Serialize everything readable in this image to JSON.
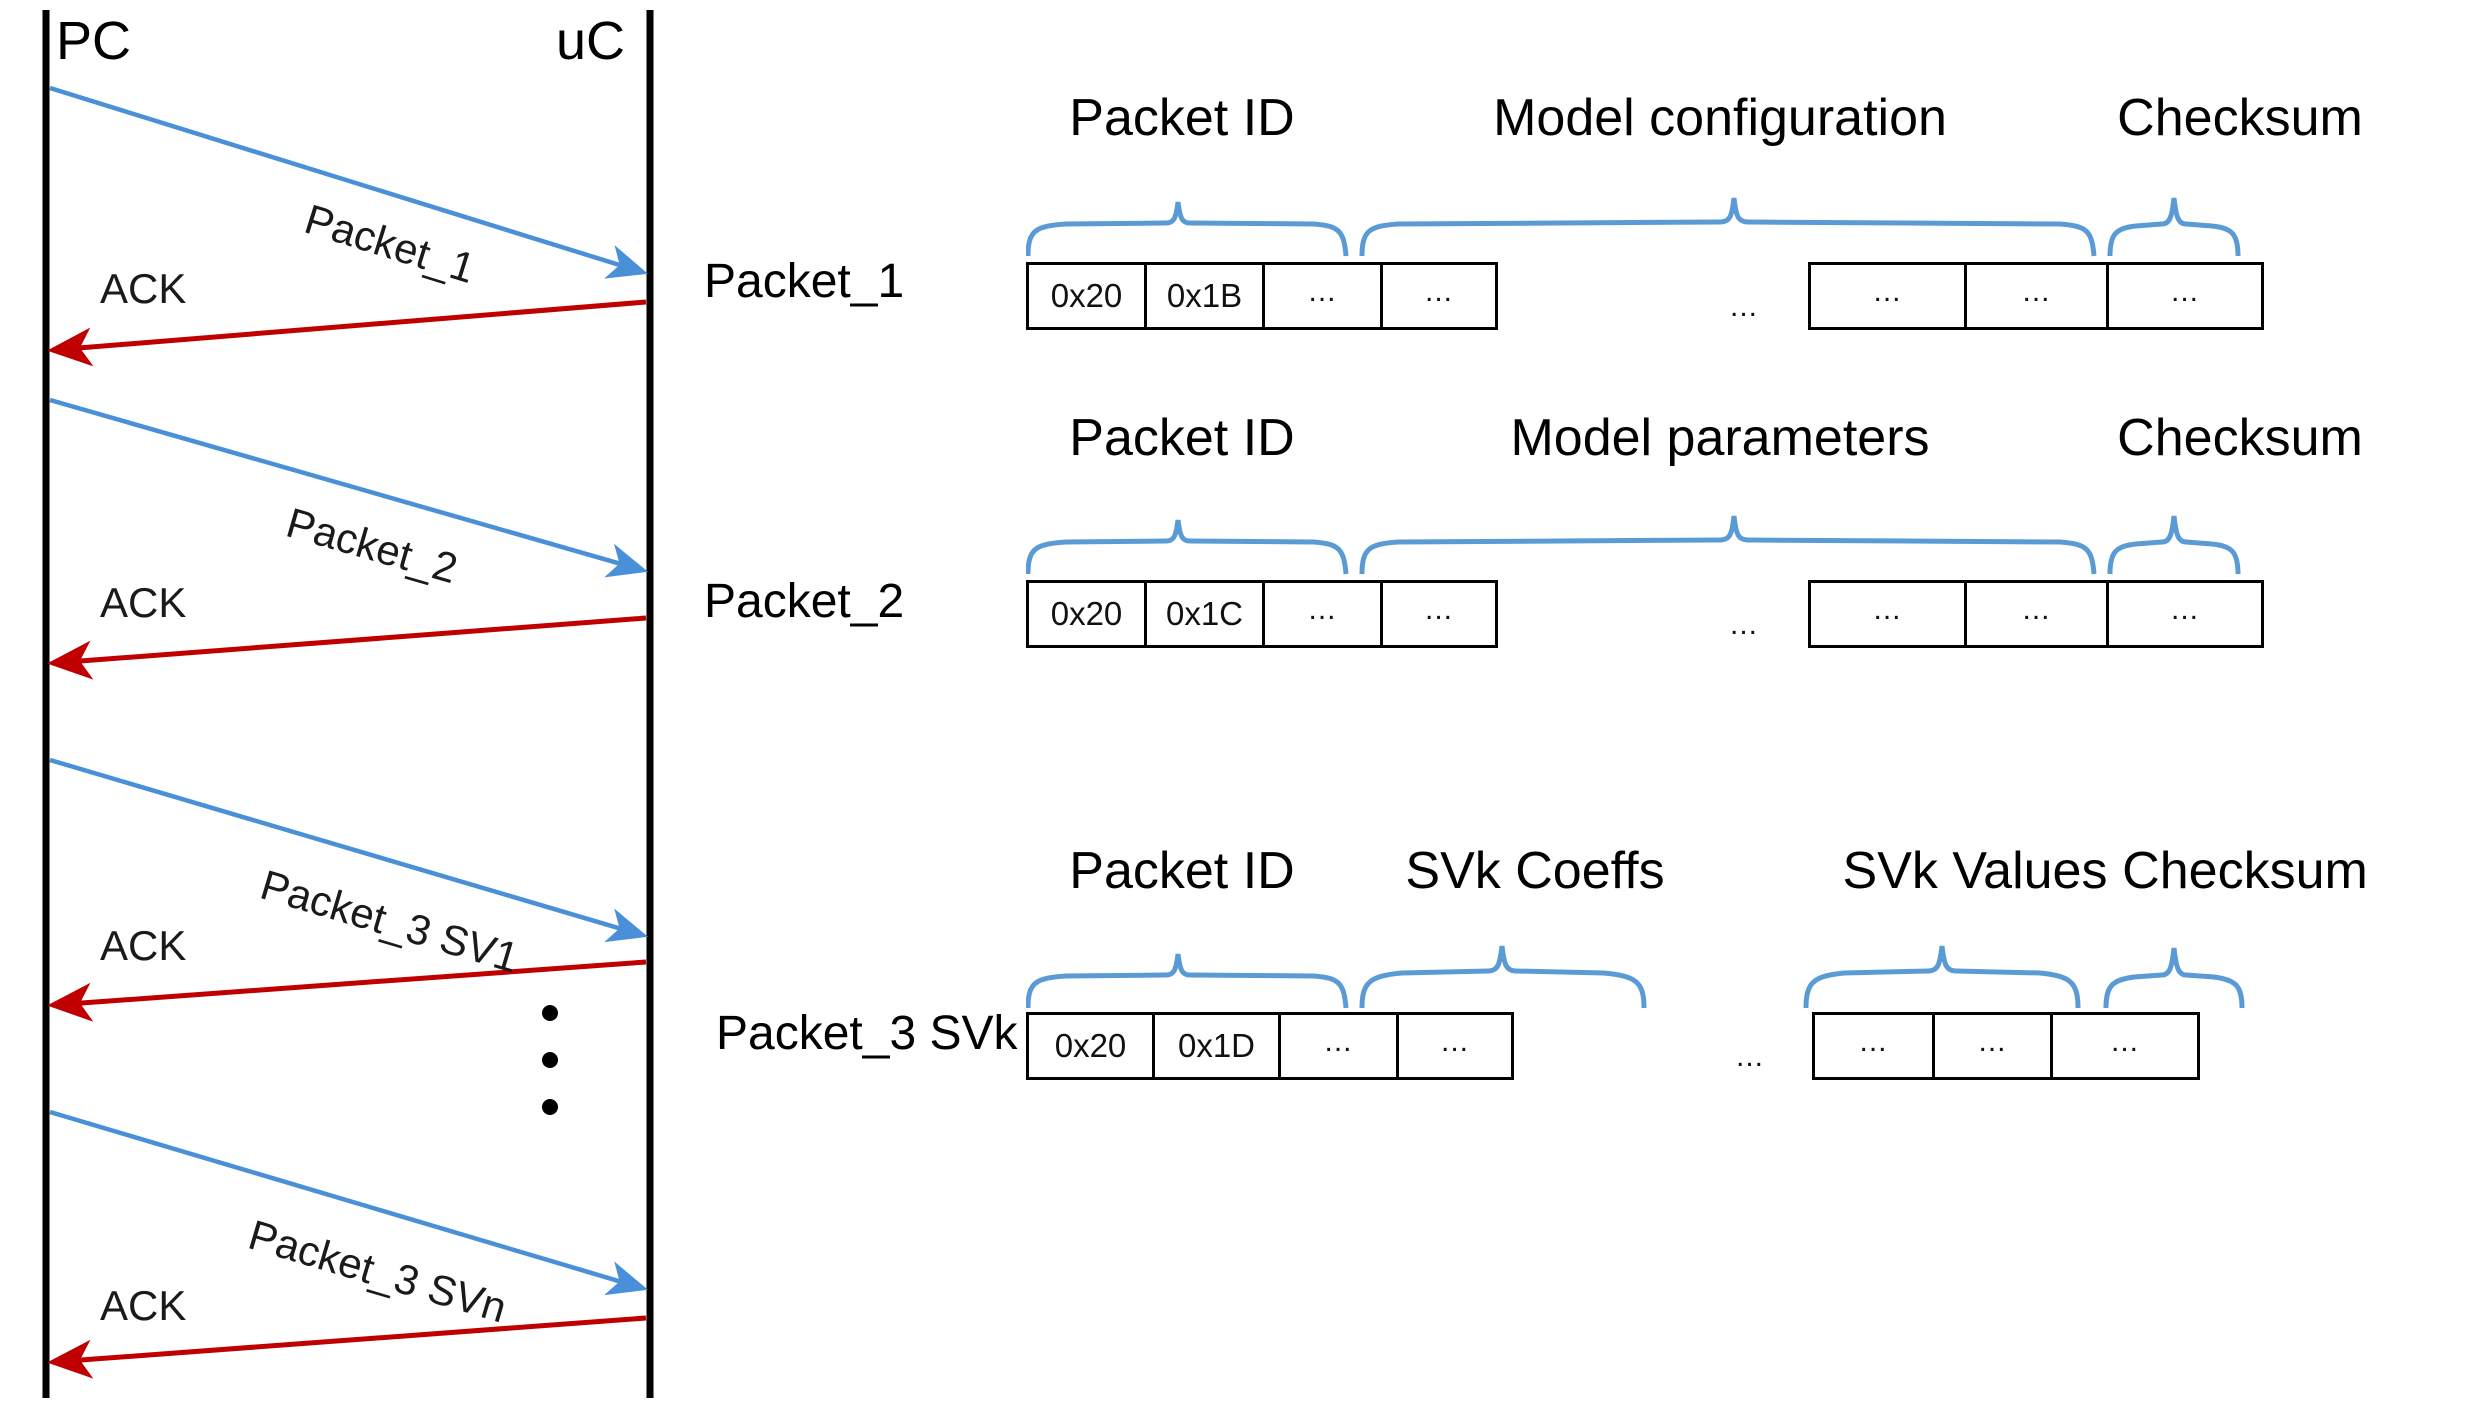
{
  "sequence": {
    "actors": [
      {
        "name": "pc",
        "label": "PC"
      },
      {
        "name": "uc",
        "label": "uC"
      }
    ],
    "messages": [
      {
        "label": "Packet_1",
        "direction": "request",
        "color": "#4a90d9"
      },
      {
        "label": "ACK",
        "direction": "response",
        "color": "#c00000"
      },
      {
        "label": "Packet_2",
        "direction": "request",
        "color": "#4a90d9"
      },
      {
        "label": "ACK",
        "direction": "response",
        "color": "#c00000"
      },
      {
        "label": "Packet_3 SV1",
        "direction": "request",
        "color": "#4a90d9"
      },
      {
        "label": "ACK",
        "direction": "response",
        "color": "#c00000"
      },
      {
        "label": "Packet_3 SVn",
        "direction": "request",
        "color": "#4a90d9"
      },
      {
        "label": "ACK",
        "direction": "response",
        "color": "#c00000"
      }
    ],
    "ellipsis": "vertical-dots"
  },
  "packets": [
    {
      "row_label": "Packet_1",
      "fields": [
        {
          "title": "Packet ID",
          "cells": [
            "0x20",
            "0x1B"
          ]
        },
        {
          "title": "Model configuration",
          "cells": [
            "...",
            "...",
            "...",
            "...",
            "..."
          ]
        },
        {
          "title": "Checksum",
          "cells": [
            "..."
          ]
        }
      ],
      "gap_dots": "..."
    },
    {
      "row_label": "Packet_2",
      "fields": [
        {
          "title": "Packet ID",
          "cells": [
            "0x20",
            "0x1C"
          ]
        },
        {
          "title": "Model parameters",
          "cells": [
            "...",
            "...",
            "...",
            "...",
            "..."
          ]
        },
        {
          "title": "Checksum",
          "cells": [
            "..."
          ]
        }
      ],
      "gap_dots": "..."
    },
    {
      "row_label": "Packet_3 SVk",
      "fields": [
        {
          "title": "Packet ID",
          "cells": [
            "0x20",
            "0x1D"
          ]
        },
        {
          "title": "SVk Coeffs",
          "cells": [
            "...",
            "..."
          ]
        },
        {
          "title": "SVk Values",
          "cells": [
            "...",
            "..."
          ]
        },
        {
          "title": "Checksum",
          "cells": [
            "..."
          ]
        }
      ],
      "gap_dots": "..."
    }
  ],
  "colors": {
    "request_arrow": "#4a90d9",
    "response_arrow": "#c00000",
    "brace": "#5b9bd5",
    "lifeline": "#000000",
    "cell_border": "#000000"
  },
  "packet1_cell_values": {
    "id_hi": "0x20",
    "id_lo": "0x1B",
    "payload": [
      "...",
      "...",
      "...",
      "...",
      "..."
    ],
    "checksum": "..."
  },
  "packet2_cell_values": {
    "id_hi": "0x20",
    "id_lo": "0x1C",
    "payload": [
      "...",
      "...",
      "...",
      "...",
      "..."
    ],
    "checksum": "..."
  },
  "packet3_cell_values": {
    "id_hi": "0x20",
    "id_lo": "0x1D",
    "coeffs": [
      "...",
      "..."
    ],
    "values": [
      "...",
      "..."
    ],
    "checksum": "..."
  }
}
